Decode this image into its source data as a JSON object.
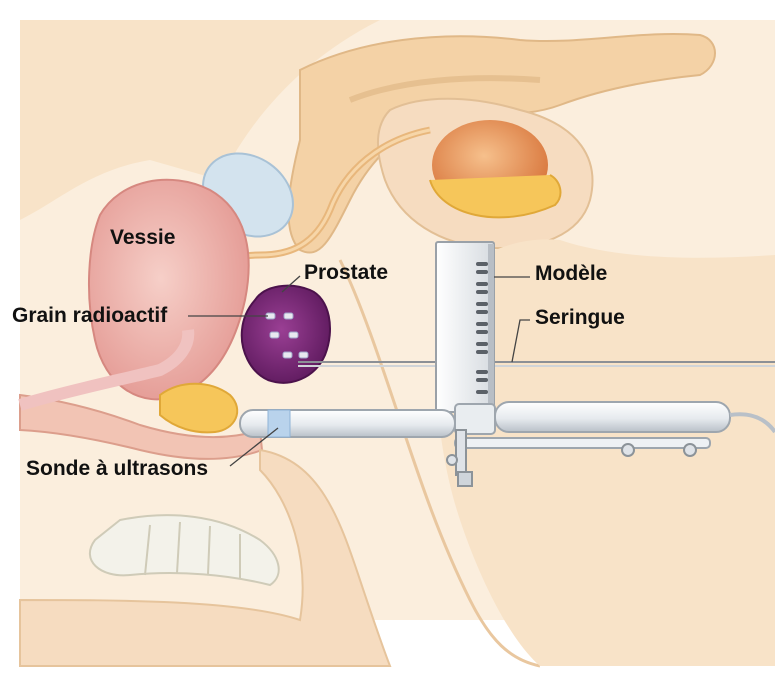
{
  "labels": {
    "vessie": "Vessie",
    "prostate": "Prostate",
    "grain": "Grain radioactif",
    "sonde": "Sonde  à ultrasons",
    "modele": "Modèle",
    "seringue": "Seringue"
  },
  "colors": {
    "skin": "#f6d9b4",
    "skin_dark": "#e9bd8a",
    "bladder": "#f0b6b0",
    "prostate": "#7a2a7a",
    "seed": "#e8e8f0",
    "instrument": "#eef1f4",
    "instrument_shadow": "#c7ccd2",
    "testis": "#e89a5a",
    "fat": "#f6c65a",
    "bone": "#f3f2ea",
    "cartilage": "#c9dbe8"
  }
}
